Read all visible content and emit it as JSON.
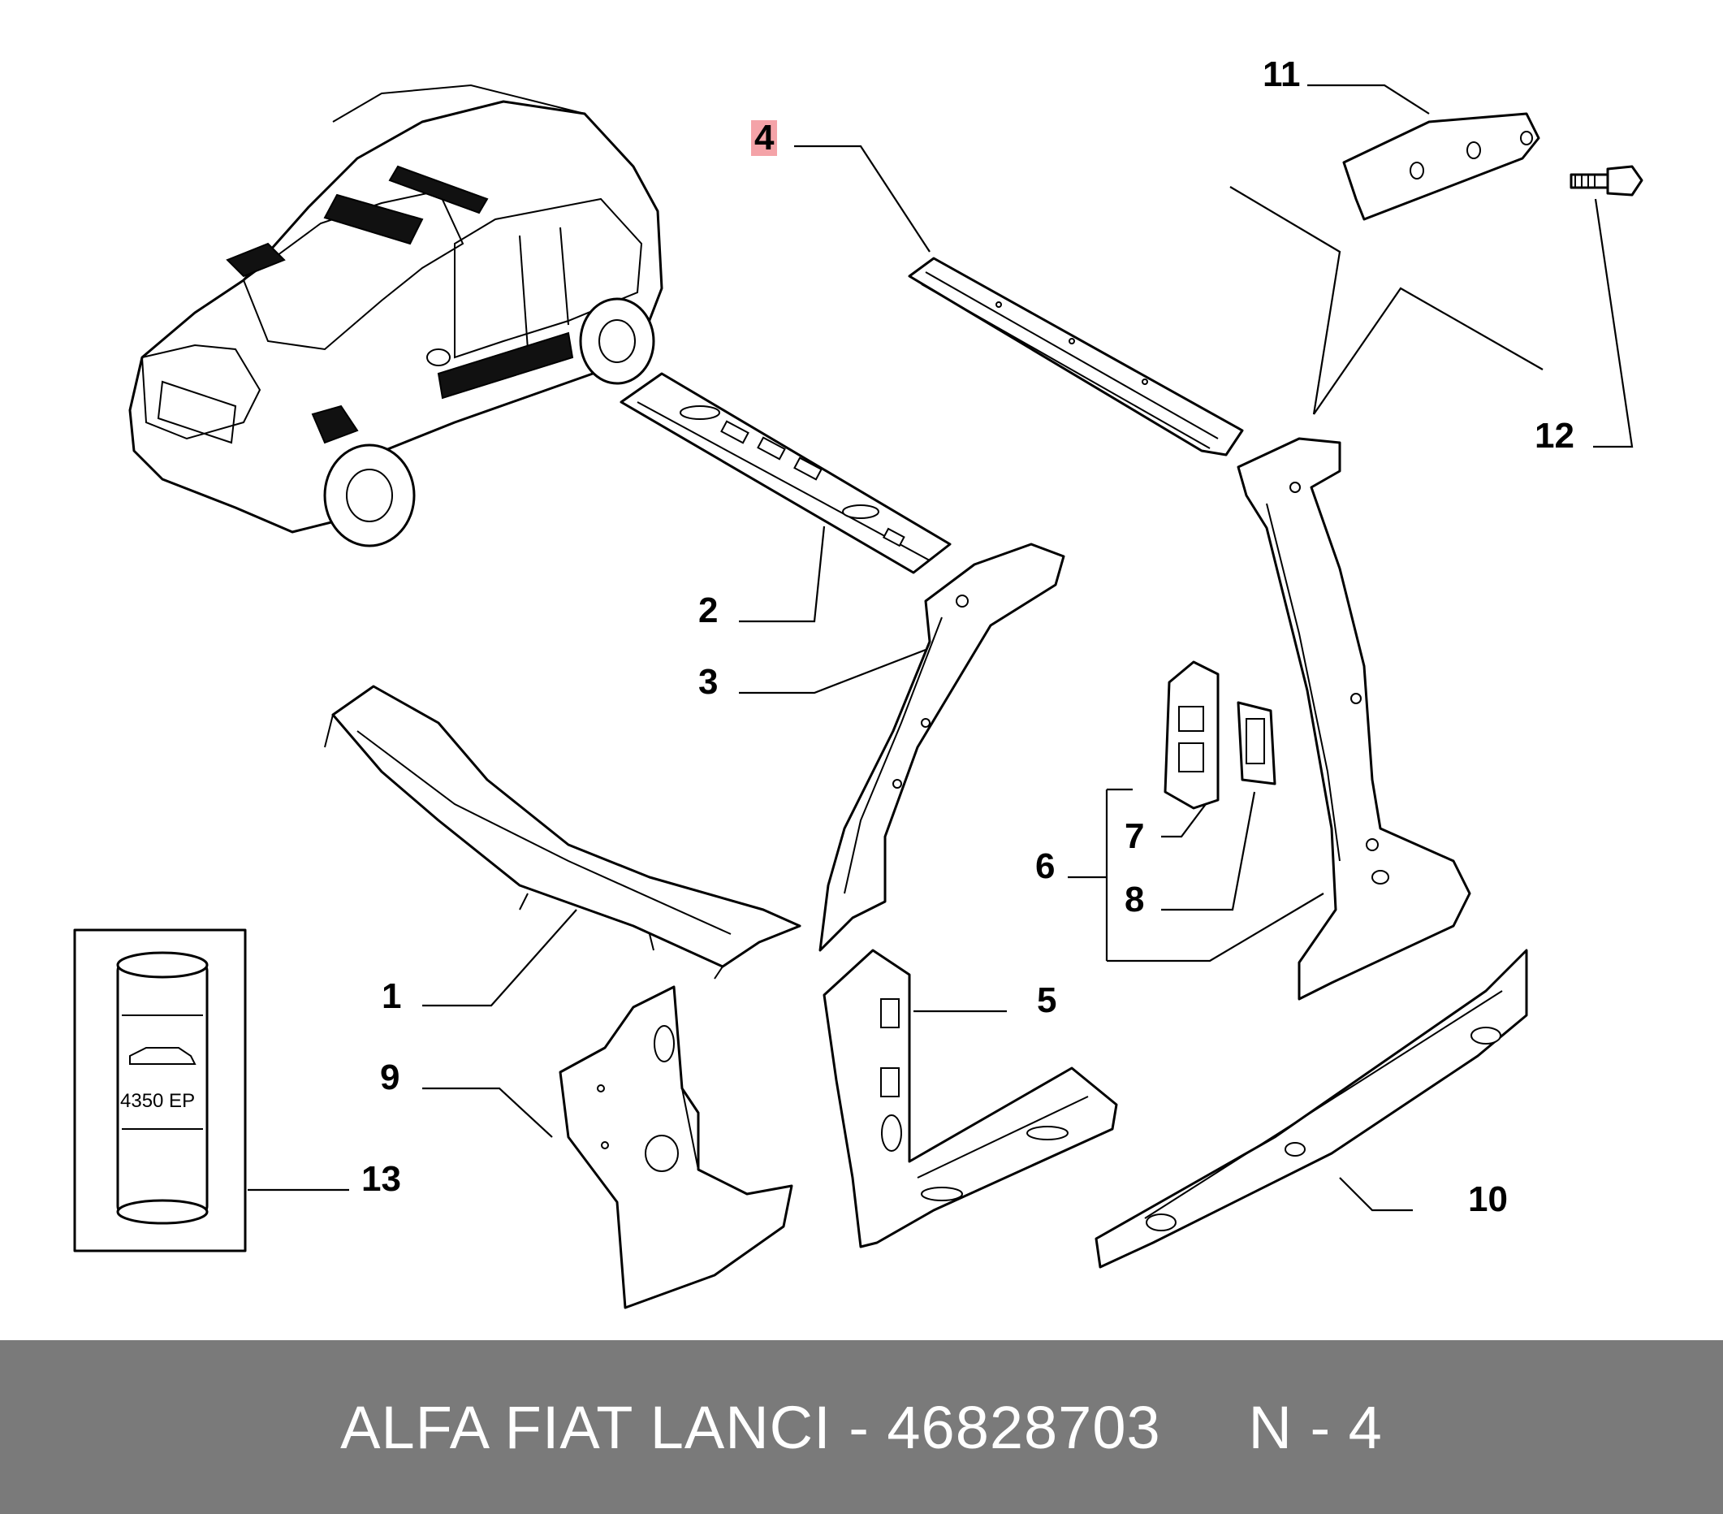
{
  "footer": {
    "text": "ALFA FIAT LANCI - 46828703     N - 4"
  },
  "callouts": [
    {
      "id": "1",
      "label": "1"
    },
    {
      "id": "2",
      "label": "2"
    },
    {
      "id": "3",
      "label": "3"
    },
    {
      "id": "4",
      "label": "4"
    },
    {
      "id": "5",
      "label": "5"
    },
    {
      "id": "6",
      "label": "6"
    },
    {
      "id": "7",
      "label": "7"
    },
    {
      "id": "8",
      "label": "8"
    },
    {
      "id": "9",
      "label": "9"
    },
    {
      "id": "10",
      "label": "10"
    },
    {
      "id": "11",
      "label": "11"
    },
    {
      "id": "12",
      "label": "12"
    },
    {
      "id": "13",
      "label": "13"
    }
  ],
  "canister_label": "4350 EP",
  "colors": {
    "highlight": "#f4a3a8",
    "footer_bg": "#7a7a7a",
    "footer_text": "#ffffff"
  }
}
